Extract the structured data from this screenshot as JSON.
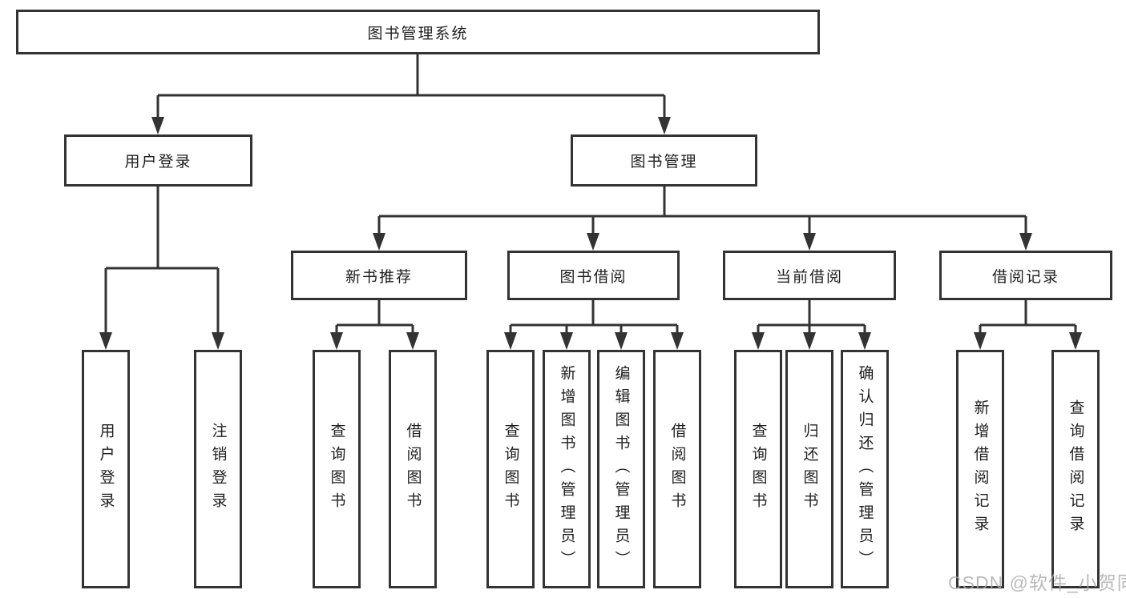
{
  "diagram": {
    "root": {
      "label": "图书管理系统",
      "children": [
        {
          "label": "用户登录",
          "children": [
            {
              "label": "用户登录"
            },
            {
              "label": "注销登录"
            }
          ]
        },
        {
          "label": "图书管理",
          "children": [
            {
              "label": "新书推荐",
              "children": [
                {
                  "label": "查询图书"
                },
                {
                  "label": "借阅图书"
                }
              ]
            },
            {
              "label": "图书借阅",
              "children": [
                {
                  "label": "查询图书"
                },
                {
                  "label": "新增图书（管理员）"
                },
                {
                  "label": "编辑图书（管理员）"
                },
                {
                  "label": "借阅图书"
                }
              ]
            },
            {
              "label": "当前借阅",
              "children": [
                {
                  "label": "查询图书"
                },
                {
                  "label": "归还图书"
                },
                {
                  "label": "确认归还（管理员）"
                }
              ]
            },
            {
              "label": "借阅记录",
              "children": [
                {
                  "label": "新增借阅记录"
                },
                {
                  "label": "查询借阅记录"
                }
              ]
            }
          ]
        }
      ]
    }
  },
  "watermark": "CSDN @软件_小贺同学",
  "colors": {
    "line": "#333333",
    "box_border": "#333333",
    "box_background": "#ffffff",
    "text": "#1f1f1f",
    "watermark": "#a9a9a9"
  }
}
